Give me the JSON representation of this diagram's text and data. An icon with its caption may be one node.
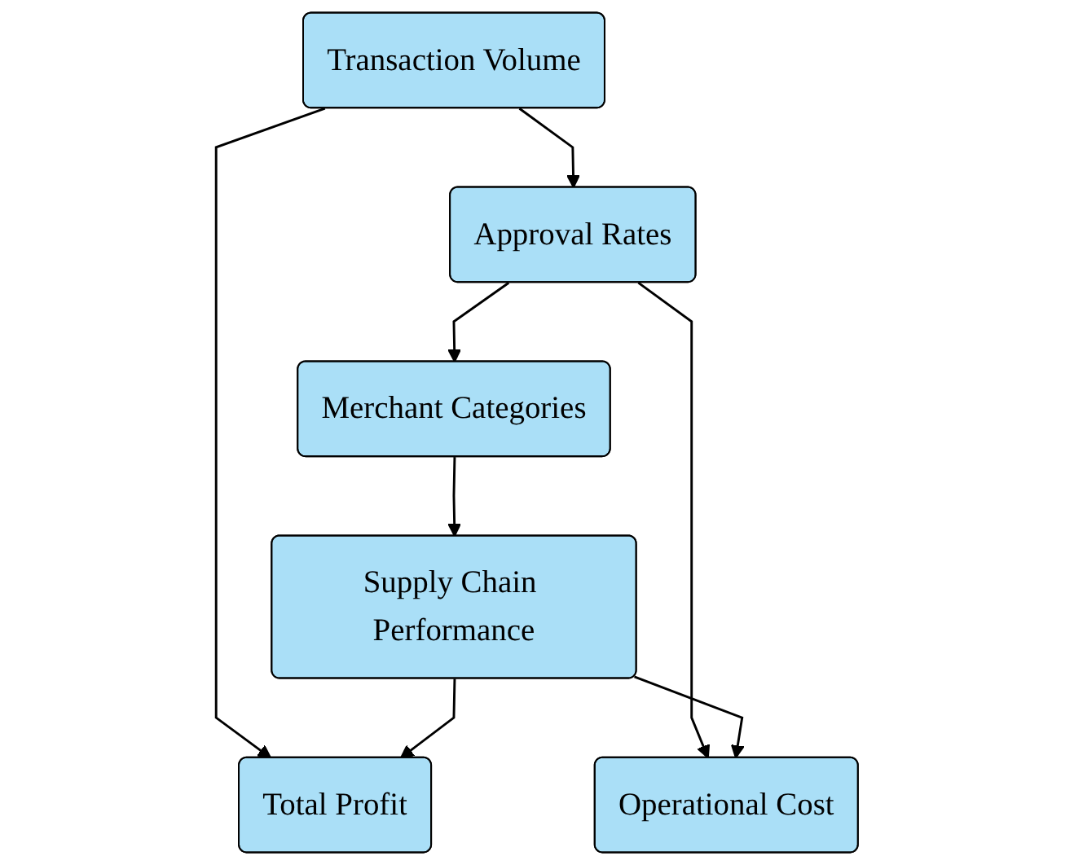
{
  "diagram": {
    "nodes": [
      {
        "text": [
          "Transaction Volume"
        ]
      },
      {
        "text": [
          "Total Profit"
        ]
      },
      {
        "text": [
          "Approval Rates"
        ]
      },
      {
        "text": [
          "Operational Cost"
        ]
      },
      {
        "text": [
          "Merchant Categories"
        ]
      },
      {
        "text": [
          "Supply Chain Performance"
        ]
      }
    ],
    "edges": [
      {
        "from": 0,
        "to": 1,
        "arrow": "to"
      },
      {
        "from": 0,
        "to": 2,
        "arrow": "to"
      },
      {
        "from": 2,
        "to": 3,
        "arrow": "to"
      },
      {
        "from": 2,
        "to": 4,
        "arrow": "to"
      },
      {
        "from": 4,
        "to": 5,
        "arrow": "to"
      },
      {
        "from": 5,
        "to": 1,
        "arrow": "to"
      },
      {
        "from": 5,
        "to": 3,
        "arrow": "to"
      }
    ]
  }
}
